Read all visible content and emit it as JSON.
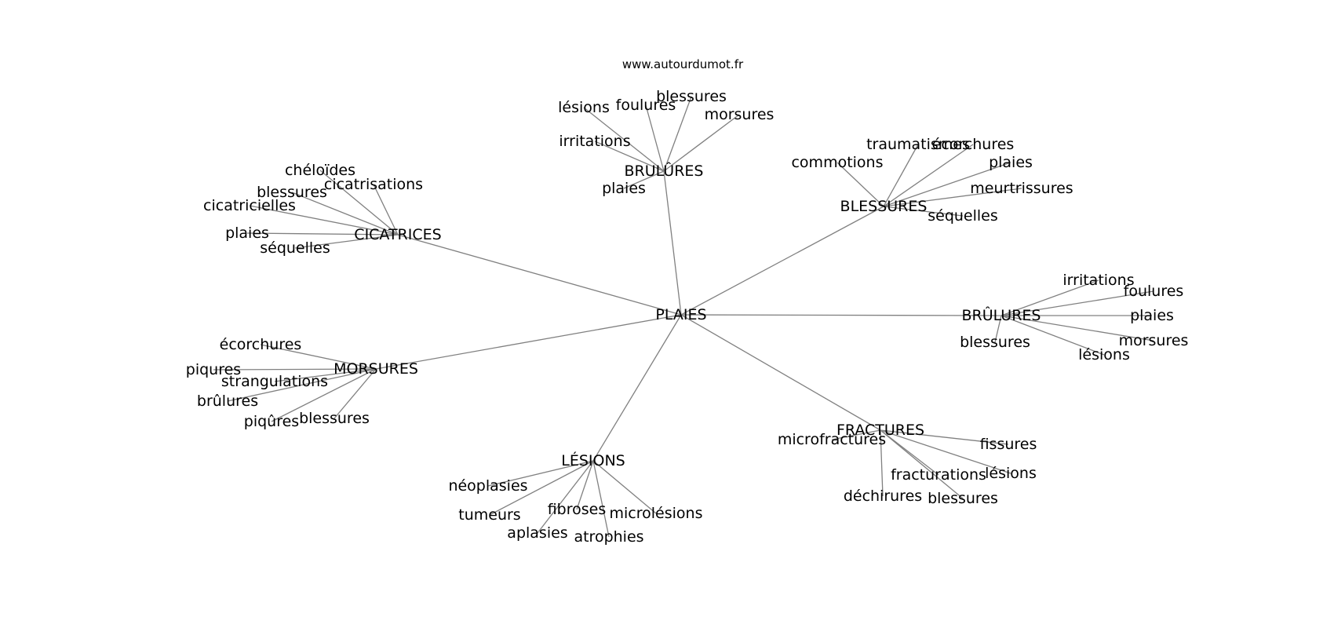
{
  "site": "www.autourdumot.fr",
  "center": "PLAIES",
  "clusters": [
    {
      "label": "BRULÛRES",
      "leaves": [
        "lésions",
        "foulures",
        "blessures",
        "morsures",
        "irritations",
        "plaies"
      ]
    },
    {
      "label": "BLESSURES",
      "leaves": [
        "commotions",
        "traumatismes",
        "écorchures",
        "plaies",
        "meurtrissures",
        "séquelles"
      ]
    },
    {
      "label": "CICATRICES",
      "leaves": [
        "chéloïdes",
        "cicatrisations",
        "blessures",
        "cicatricielles",
        "plaies",
        "séquelles"
      ]
    },
    {
      "label": "BRÛLURES",
      "leaves": [
        "irritations",
        "foulures",
        "plaies",
        "blessures",
        "morsures",
        "lésions"
      ]
    },
    {
      "label": "MORSURES",
      "leaves": [
        "écorchures",
        "piqures",
        "strangulations",
        "brûlures",
        "piqûres",
        "blessures"
      ]
    },
    {
      "label": "FRACTURES",
      "leaves": [
        "microfractures",
        "fissures",
        "fracturations",
        "lésions",
        "déchirures",
        "blessures"
      ]
    },
    {
      "label": "LÉSIONS",
      "leaves": [
        "néoplasies",
        "tumeurs",
        "fibroses",
        "microlésions",
        "aplasies",
        "atrophies"
      ]
    }
  ],
  "colors": {
    "edge": "#808080",
    "text": "#000000",
    "background": "#ffffff"
  }
}
